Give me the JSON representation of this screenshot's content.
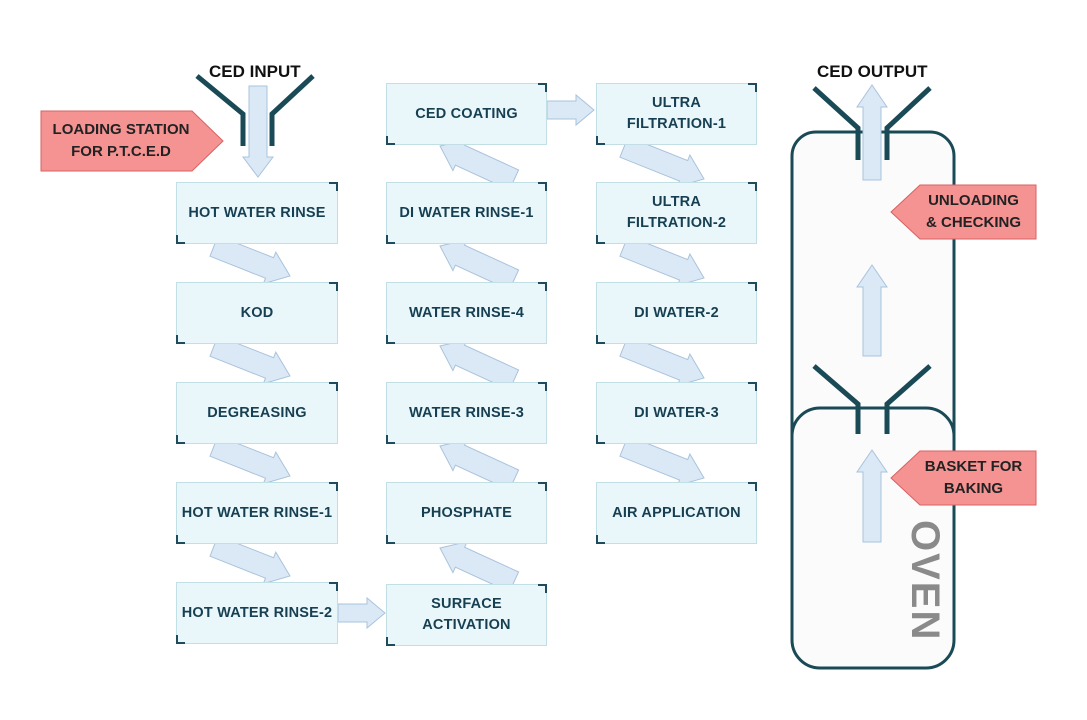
{
  "headers": {
    "ced_input": "CED INPUT",
    "ced_output": "CED OUTPUT"
  },
  "steps": [
    "HOT WATER RINSE",
    "KOD",
    "DEGREASING",
    "HOT WATER RINSE-1",
    "HOT WATER RINSE-2",
    "SURFACE\nACTIVATION",
    "PHOSPHATE",
    "WATER RINSE-3",
    "WATER RINSE-4",
    "DI WATER RINSE-1",
    "CED COATING",
    "ULTRA\nFILTRATION-1",
    "ULTRA\nFILTRATION-2",
    "DI WATER-2",
    "DI WATER-3",
    "AIR APPLICATION"
  ],
  "tags": {
    "loading": "LOADING STATION\nFOR P.T.C.E.D",
    "unloading": "UNLOADING\n& CHECKING",
    "basket": "BASKET FOR\nBAKING"
  },
  "oven_label": "OVEN",
  "colors": {
    "box_fill": "#eaf7fa",
    "box_border": "#c3dfe6",
    "box_text": "#173f52",
    "corner": "#1e4c5e",
    "arrow_fill": "#dbe9f7",
    "arrow_stroke": "#a9c3dc",
    "tag_fill": "#f59393",
    "tag_stroke": "#d96060",
    "oven_stroke": "#1a4a56",
    "funnel": "#1a4a56",
    "oven_text": "#8a8a8a"
  }
}
